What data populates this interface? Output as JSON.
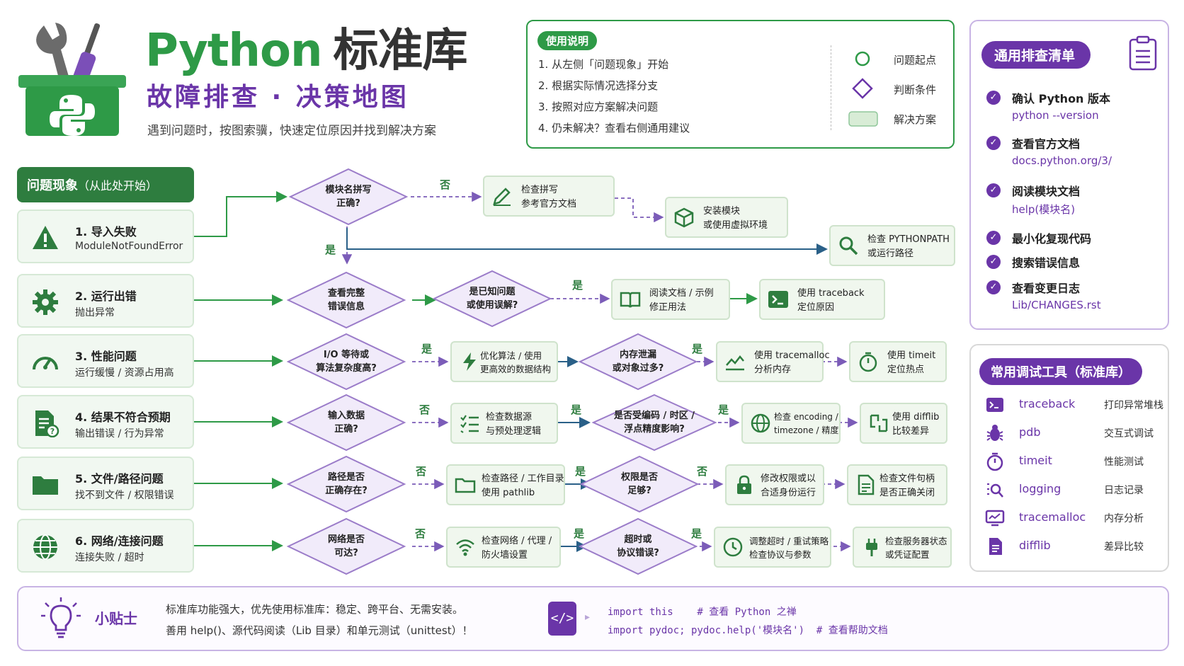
{
  "header": {
    "title_en": "Python",
    "title_cn": "标准库",
    "subtitle": "故障排查 · 决策地图",
    "description": "遇到问题时，按图索骥，快速定位原因并找到解决方案"
  },
  "usage": {
    "title": "使用说明",
    "steps": [
      "1. 从左侧「问题现象」开始",
      "2. 根据实际情况选择分支",
      "3. 按照对应方案解决问题",
      "4. 仍未解决？查看右侧通用建议"
    ],
    "legend": [
      {
        "shape": "circle",
        "label": "问题起点"
      },
      {
        "shape": "diamond",
        "label": "判断条件"
      },
      {
        "shape": "rect",
        "label": "解决方案"
      }
    ]
  },
  "checklist": {
    "title": "通用排查清单",
    "items": [
      {
        "label": "确认 Python 版本",
        "code": "python --version"
      },
      {
        "label": "查看官方文档",
        "code": "docs.python.org/3/"
      },
      {
        "label": "阅读模块文档",
        "code": "help(模块名)"
      },
      {
        "label": "最小化复现代码",
        "code": ""
      },
      {
        "label": "搜索错误信息",
        "code": ""
      },
      {
        "label": "查看变更日志",
        "code": "Lib/CHANGES.rst"
      }
    ]
  },
  "tools": {
    "title": "常用调试工具（标准库）",
    "items": [
      {
        "name": "traceback",
        "desc": "打印异常堆栈",
        "icon": "terminal-icon"
      },
      {
        "name": "pdb",
        "desc": "交互式调试",
        "icon": "bug-icon"
      },
      {
        "name": "timeit",
        "desc": "性能测试",
        "icon": "stopwatch-icon"
      },
      {
        "name": "logging",
        "desc": "日志记录",
        "icon": "log-icon"
      },
      {
        "name": "tracemalloc",
        "desc": "内存分析",
        "icon": "monitor-icon"
      },
      {
        "name": "difflib",
        "desc": "差异比较",
        "icon": "document-icon"
      }
    ]
  },
  "problems": {
    "header": "问题现象",
    "header_sub": "（从此处开始）",
    "items": [
      {
        "title": "1. 导入失败",
        "sub": "ModuleNotFoundError",
        "icon": "warning-icon"
      },
      {
        "title": "2. 运行出错",
        "sub": "抛出异常",
        "icon": "gear-icon"
      },
      {
        "title": "3. 性能问题",
        "sub": "运行缓慢 / 资源占用高",
        "icon": "speedometer-icon"
      },
      {
        "title": "4. 结果不符合预期",
        "sub": "输出错误 / 行为异常",
        "icon": "doc-question-icon"
      },
      {
        "title": "5. 文件/路径问题",
        "sub": "找不到文件 / 权限错误",
        "icon": "folder-icon"
      },
      {
        "title": "6. 网络/连接问题",
        "sub": "连接失败 / 超时",
        "icon": "globe-icon"
      }
    ]
  },
  "flow": {
    "row1": {
      "d1": [
        "模块名拼写",
        "正确?"
      ],
      "no": "否",
      "yes": "是",
      "s1": [
        "检查拼写",
        "参考官方文档"
      ],
      "s2": [
        "安装模块",
        "或使用虚拟环境"
      ],
      "s3": [
        "检查 PYTHONPATH",
        "或运行路径"
      ]
    },
    "row2": {
      "d1": [
        "查看完整",
        "错误信息"
      ],
      "d2": [
        "是已知问题",
        "或使用误解?"
      ],
      "yes": "是",
      "s1": [
        "阅读文档 / 示例",
        "修正用法"
      ],
      "s2": [
        "使用 traceback",
        "定位原因"
      ]
    },
    "row3": {
      "d1": [
        "I/O 等待或",
        "算法复杂度高?"
      ],
      "yes1": "是",
      "s1": [
        "优化算法 / 使用",
        "更高效的数据结构"
      ],
      "d2": [
        "内存泄漏",
        "或对象过多?"
      ],
      "yes2": "是",
      "s2": [
        "使用 tracemalloc",
        "分析内存"
      ],
      "s3": [
        "使用 timeit",
        "定位热点"
      ]
    },
    "row4": {
      "d1": [
        "输入数据",
        "正确?"
      ],
      "no": "否",
      "s1": [
        "检查数据源",
        "与预处理逻辑"
      ],
      "yes1": "是",
      "d2": [
        "是否受编码 / 时区 /",
        "浮点精度影响?"
      ],
      "yes2": "是",
      "s2": [
        "检查 encoding /",
        "timezone / 精度"
      ],
      "s3": [
        "使用 difflib",
        "比较差异"
      ]
    },
    "row5": {
      "d1": [
        "路径是否",
        "正确存在?"
      ],
      "no1": "否",
      "s1": [
        "检查路径 / 工作目录",
        "使用 pathlib"
      ],
      "yes": "是",
      "d2": [
        "权限是否",
        "足够?"
      ],
      "no2": "否",
      "s2": [
        "修改权限或以",
        "合适身份运行"
      ],
      "s3": [
        "检查文件句柄",
        "是否正确关闭"
      ]
    },
    "row6": {
      "d1": [
        "网络是否",
        "可达?"
      ],
      "no": "否",
      "s1": [
        "检查网络 / 代理 /",
        "防火墙设置"
      ],
      "yes1": "是",
      "d2": [
        "超时或",
        "协议错误?"
      ],
      "yes2": "是",
      "s2": [
        "调整超时 / 重试策略",
        "检查协议与参数"
      ],
      "s3": [
        "检查服务器状态",
        "或凭证配置"
      ]
    }
  },
  "tip": {
    "label": "小贴士",
    "line1": "标准库功能强大，优先使用标准库：稳定、跨平台、无需安装。",
    "line2": "善用 help()、源代码阅读（Lib 目录）和单元测试（unittest）！",
    "code_icon": "</>",
    "code1": "import this    # 查看 Python 之禅",
    "code2": "import pydoc; pydoc.help('模块名')  # 查看帮助文档"
  },
  "colors": {
    "green": "#2e9a47",
    "dark_green": "#2e7d3f",
    "purple": "#6a35a8",
    "diamond_fill": "#f1ebfa",
    "diamond_stroke": "#9b7cc9"
  }
}
